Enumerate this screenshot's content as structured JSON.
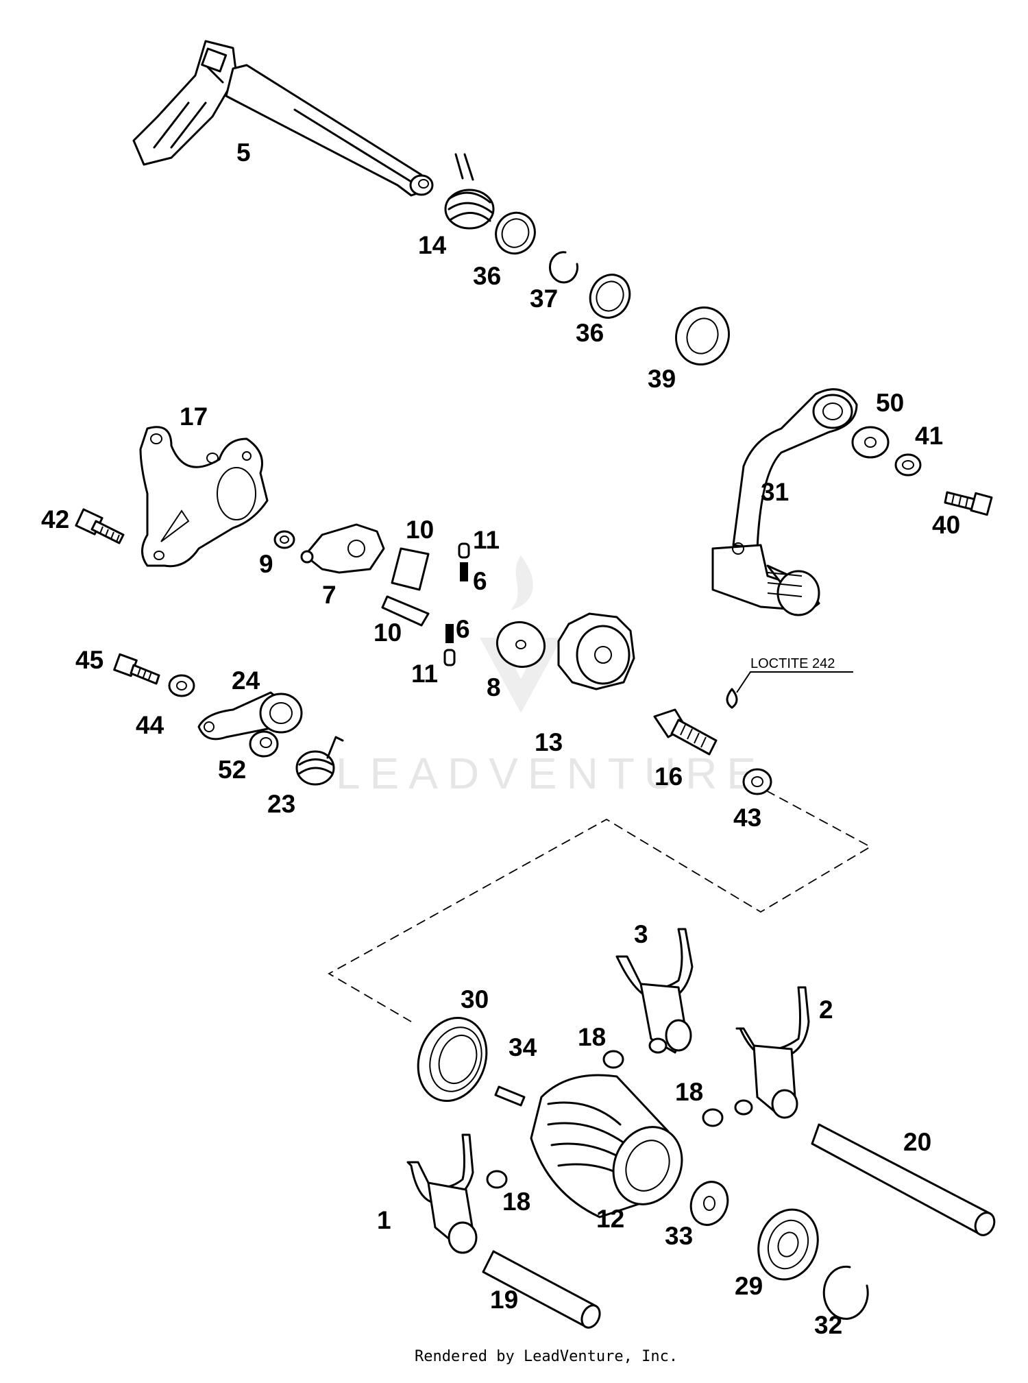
{
  "labels": {
    "l1": "1",
    "l2": "2",
    "l3": "3",
    "l5": "5",
    "l6a": "6",
    "l6b": "6",
    "l7": "7",
    "l8": "8",
    "l9": "9",
    "l10a": "10",
    "l10b": "10",
    "l11a": "11",
    "l11b": "11",
    "l12": "12",
    "l13": "13",
    "l14": "14",
    "l16": "16",
    "l17": "17",
    "l18a": "18",
    "l18b": "18",
    "l18c": "18",
    "l19": "19",
    "l20": "20",
    "l23": "23",
    "l24": "24",
    "l29": "29",
    "l30": "30",
    "l31": "31",
    "l32": "32",
    "l33": "33",
    "l34": "34",
    "l36a": "36",
    "l36b": "36",
    "l37": "37",
    "l39": "39",
    "l40": "40",
    "l41": "41",
    "l42": "42",
    "l43": "43",
    "l44": "44",
    "l45": "45",
    "l50": "50",
    "l52": "52"
  },
  "note": "LOCTITE 242",
  "watermark": "LEADVENTURE",
  "footer": "Rendered by LeadVenture, Inc."
}
